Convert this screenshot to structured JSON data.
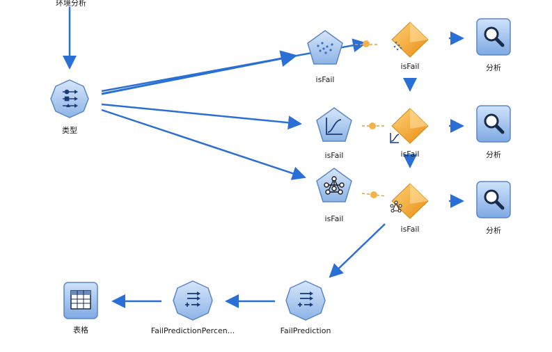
{
  "canvas": {
    "background": "#ffffff"
  },
  "colors": {
    "flow_blue": "#2a6fd6",
    "node_blue": "#a9c8ee",
    "node_border": "#5a86c6",
    "model_gold": "#f0a21a"
  },
  "nodes": {
    "source": {
      "label": "环境分析",
      "icon": "source-node"
    },
    "type": {
      "label": "类型",
      "icon": "type-node-icon"
    },
    "m1": {
      "label": "isFail",
      "icon": "modeling-node-icon"
    },
    "m2": {
      "label": "isFail",
      "icon": "logistic-curve-icon"
    },
    "m3": {
      "label": "isFail",
      "icon": "bayes-network-icon"
    },
    "n1": {
      "label": "isFail",
      "icon": "model-nugget-icon"
    },
    "n2": {
      "label": "isFail",
      "icon": "model-nugget-icon"
    },
    "n3": {
      "label": "isFail",
      "icon": "model-nugget-icon"
    },
    "a1": {
      "label": "分析",
      "icon": "analysis-magnifier-icon"
    },
    "a2": {
      "label": "分析",
      "icon": "analysis-magnifier-icon"
    },
    "a3": {
      "label": "分析",
      "icon": "analysis-magnifier-icon"
    },
    "fp": {
      "label": "FailPrediction",
      "icon": "derive-node-icon"
    },
    "fpp": {
      "label": "FailPredictionPercen...",
      "icon": "derive-node-icon"
    },
    "table": {
      "label": "表格",
      "icon": "table-icon"
    }
  }
}
